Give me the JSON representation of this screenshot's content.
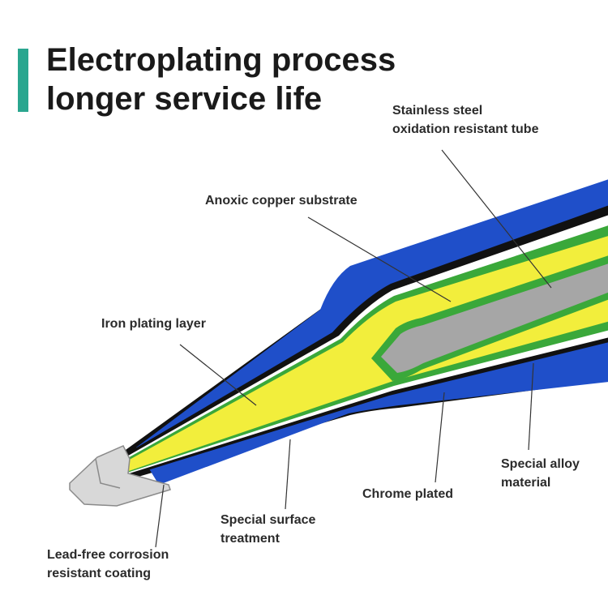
{
  "title": {
    "line1": "Electroplating process",
    "line2": "longer service life"
  },
  "labels": {
    "stainless_steel": [
      "Stainless steel",
      "oxidation resistant tube"
    ],
    "anoxic_copper": [
      "Anoxic copper substrate"
    ],
    "iron_plating": [
      "Iron plating layer"
    ],
    "special_alloy": [
      "Special alloy",
      "material"
    ],
    "chrome_plated": [
      "Chrome plated"
    ],
    "special_surface": [
      "Special surface",
      "treatment"
    ],
    "lead_free": [
      "Lead-free corrosion",
      "resistant coating"
    ]
  },
  "colors": {
    "accent_bar": "#2aa68f",
    "blue_coating": "#1f4fc9",
    "yellow_copper": "#f2ee3c",
    "green_layer": "#3aa83a",
    "grey_core": "#a6a6a6",
    "tip_metal": "#d8d8d8",
    "outline": "#111111"
  }
}
